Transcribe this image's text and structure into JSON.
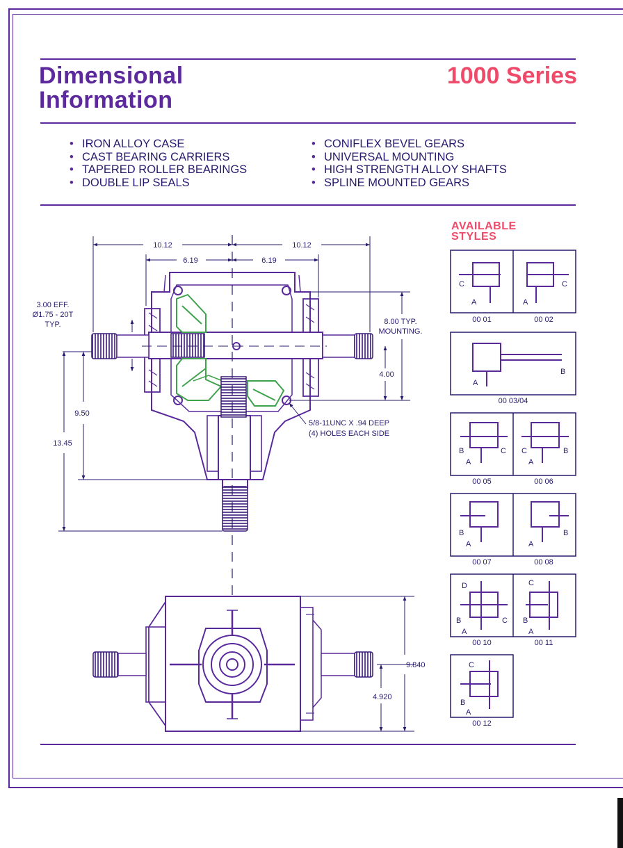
{
  "header": {
    "title_line1": "Dimensional",
    "title_line2": "Information",
    "series": "1000 Series"
  },
  "features": {
    "left": [
      "IRON ALLOY CASE",
      "CAST BEARING CARRIERS",
      "TAPERED ROLLER BEARINGS",
      "DOUBLE LIP SEALS"
    ],
    "right": [
      "CONIFLEX BEVEL GEARS",
      "UNIVERSAL MOUNTING",
      "HIGH STRENGTH ALLOY SHAFTS",
      "SPLINE MOUNTED GEARS"
    ]
  },
  "available_styles": {
    "heading_line1": "AVAILABLE",
    "heading_line2": "STYLES",
    "codes": [
      "00 01",
      "00 02",
      "00 03/04",
      "00 05",
      "00 06",
      "00 07",
      "00 08",
      "00 10",
      "00 11",
      "00 12"
    ]
  },
  "dimensions": {
    "overall_left": "10.12",
    "overall_right": "10.12",
    "inner_left": "6.19",
    "inner_right": "6.19",
    "shaft_eff_1": "3.00 EFF.",
    "shaft_eff_2": "Ø1.75 - 20T",
    "shaft_eff_3": "TYP.",
    "mounting_1": "8.00 TYP.",
    "mounting_2": "MOUNTING.",
    "d400": "4.00",
    "d950": "9.50",
    "d1345": "13.45",
    "holes_1": "5/8-11UNC X .94 DEEP",
    "holes_2": "(4) HOLES EACH SIDE",
    "d9840": "9.840",
    "d4920": "4.920"
  },
  "colors": {
    "purple": "#5a2a9c",
    "pink": "#ee4b6a",
    "green": "#3fa34d",
    "navy": "#2a1a6e"
  }
}
